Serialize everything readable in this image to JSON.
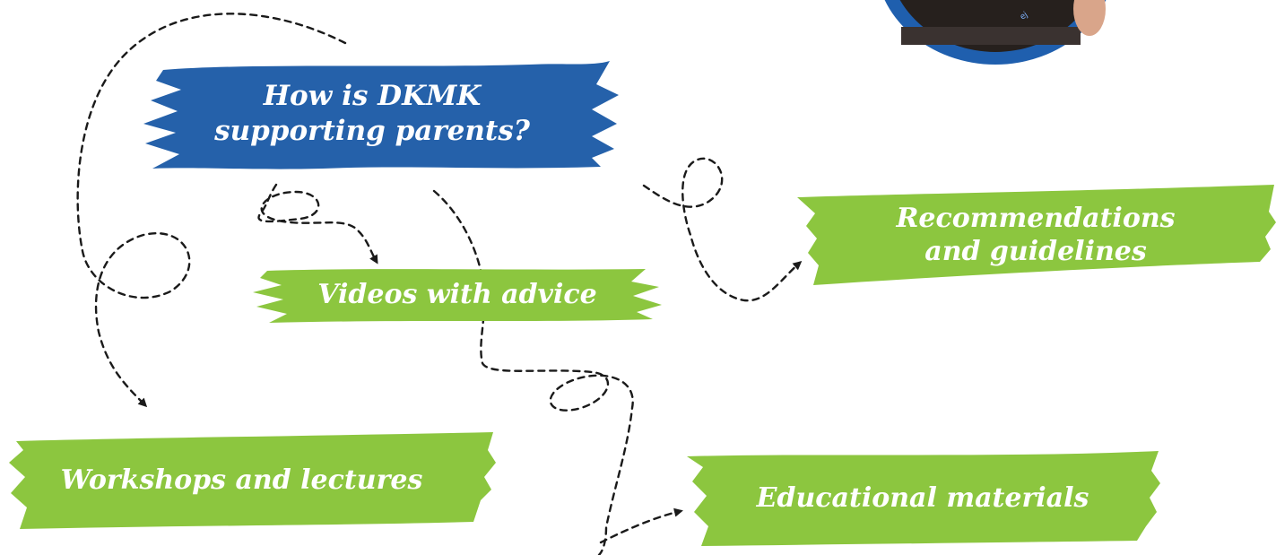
{
  "diagram": {
    "central_question": {
      "line1": "How is DKMK",
      "line2": "supporting parents?",
      "color": "#2561aa"
    },
    "nodes": [
      {
        "id": "videos",
        "label": "Videos with advice",
        "color": "#8cc63f"
      },
      {
        "id": "recommendations",
        "line1": "Recommendations",
        "line2": "and guidelines",
        "color": "#8cc63f"
      },
      {
        "id": "workshops",
        "label": "Workshops and lectures",
        "color": "#8cc63f"
      },
      {
        "id": "educational",
        "label": "Educational materials",
        "color": "#8cc63f"
      }
    ],
    "connector_color": "#1a1a1a",
    "photo": {
      "icon": "person-photo-circle-icon",
      "ring_color": "#1f5fae"
    }
  }
}
